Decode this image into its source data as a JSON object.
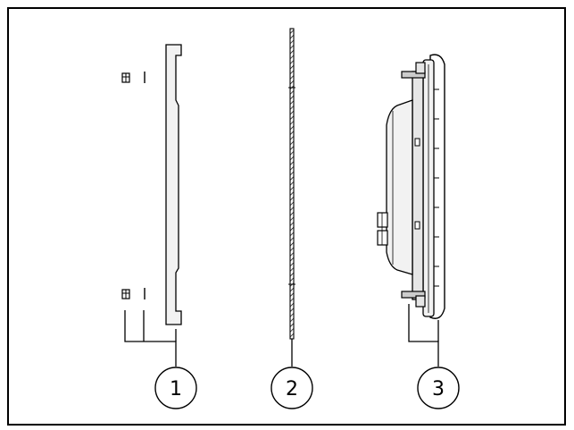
{
  "figure": {
    "callouts": [
      {
        "number": "1"
      },
      {
        "number": "2"
      },
      {
        "number": "3"
      }
    ],
    "colors": {
      "line": "#000000",
      "fill_light": "#f2f2f2",
      "fill_mid": "#e6e6e6",
      "fill_dark": "#cccccc",
      "background": "#ffffff"
    }
  }
}
